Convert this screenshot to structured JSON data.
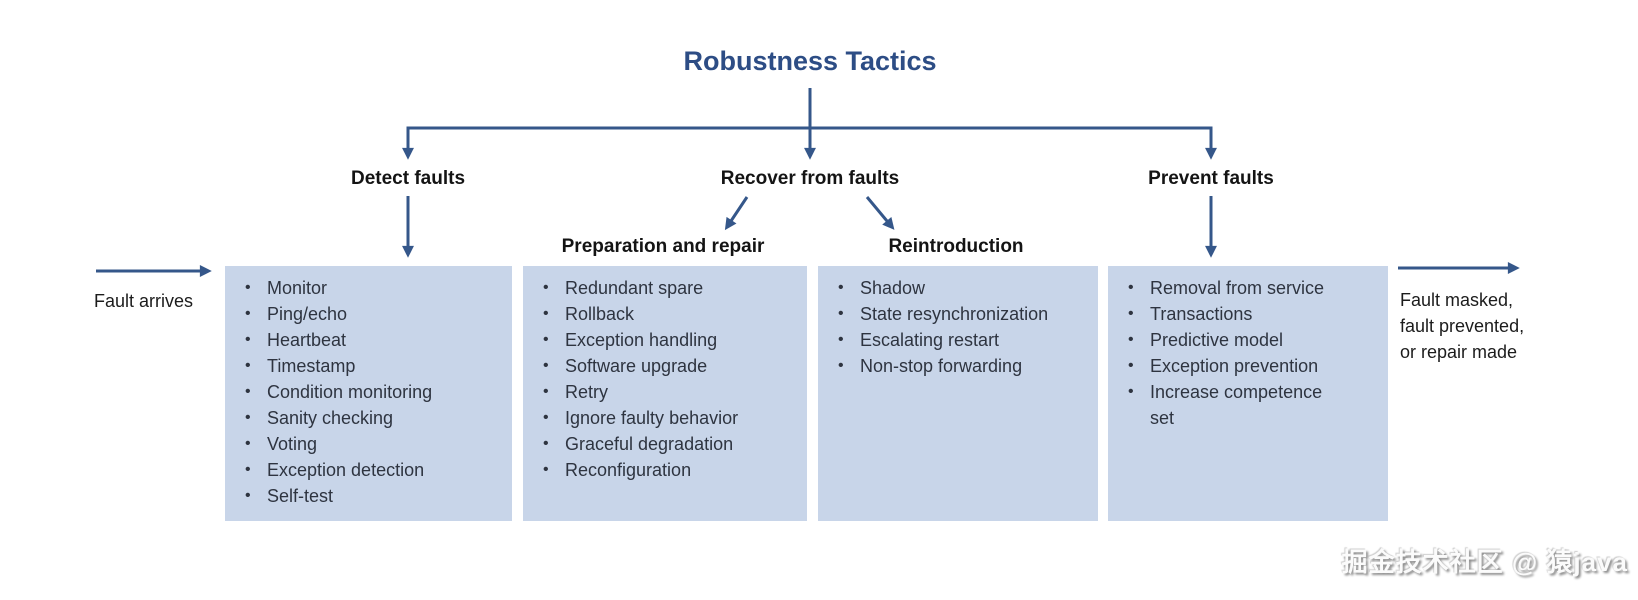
{
  "title": "Robustness Tactics",
  "flow": {
    "input_label": "Fault arrives",
    "output_lines": [
      "Fault masked,",
      "fault prevented,",
      "or repair made"
    ]
  },
  "categories": [
    {
      "label": "Detect faults",
      "items": [
        "Monitor",
        "Ping/echo",
        "Heartbeat",
        "Timestamp",
        "Condition monitoring",
        "Sanity checking",
        "Voting",
        "Exception detection",
        "Self-test"
      ]
    },
    {
      "label": "Recover from faults",
      "subcategories": [
        {
          "label": "Preparation and repair",
          "items": [
            "Redundant spare",
            "Rollback",
            "Exception handling",
            "Software upgrade",
            "Retry",
            "Ignore faulty behavior",
            "Graceful degradation",
            "Reconfiguration"
          ]
        },
        {
          "label": "Reintroduction",
          "items": [
            "Shadow",
            "State resynchronization",
            "Escalating restart",
            "Non-stop forwarding"
          ]
        }
      ]
    },
    {
      "label": "Prevent faults",
      "items": [
        "Removal from service",
        "Transactions",
        "Predictive model",
        "Exception prevention",
        "Increase competence set"
      ]
    }
  ],
  "watermark": "掘金技术社区 @ 猿java",
  "colors": {
    "line": "#35578a",
    "title_text": "#2d4d85",
    "box_fill": "#c8d5e9",
    "heading_text": "#141414",
    "item_text": "#2e3440"
  }
}
